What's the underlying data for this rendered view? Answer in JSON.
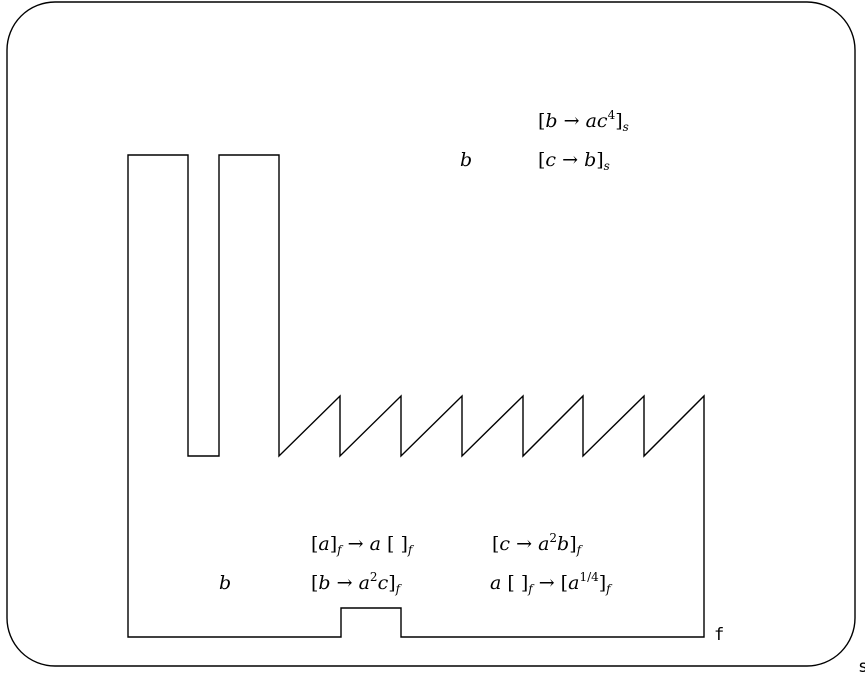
{
  "membranes": {
    "skin": {
      "label": "s"
    },
    "factory": {
      "label": "f"
    }
  },
  "skin_region": {
    "object": "b",
    "rules": [
      {
        "lhs": "b",
        "rhs": "ac",
        "rhs_sup": "4",
        "sub": "s"
      },
      {
        "lhs": "c",
        "rhs": "b",
        "rhs_sup": "",
        "sub": "s"
      }
    ]
  },
  "factory_region": {
    "object": "b",
    "rule_a_out": {
      "a": "a",
      "sub": "f"
    },
    "rule_c": {
      "lhs": "c",
      "rhs_base": "a",
      "rhs_sup": "2",
      "rhs_tail": "b",
      "sub": "f"
    },
    "rule_b": {
      "lhs": "b",
      "rhs_base": "a",
      "rhs_sup": "2",
      "rhs_tail": "c",
      "sub": "f"
    },
    "rule_a_in": {
      "a": "a",
      "sup": "1/4",
      "sub": "f"
    }
  }
}
